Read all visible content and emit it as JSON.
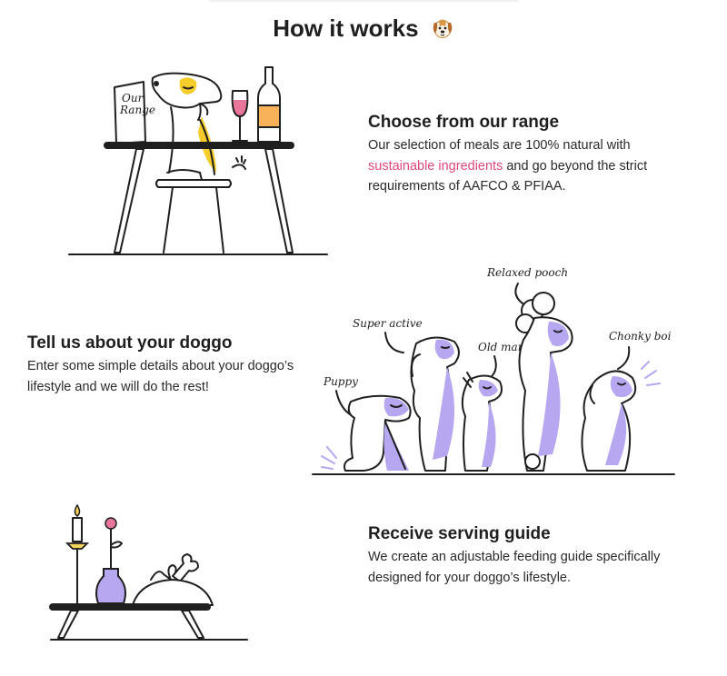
{
  "page": {
    "title": "How it works"
  },
  "steps": [
    {
      "title": "Choose from our range",
      "text_before": "Our selection of meals are 100% natural with ",
      "link": "sustainable ingredients",
      "text_after": " and go beyond the strict requirements of AAFCO & PFIAA."
    },
    {
      "title": "Tell us about your doggo",
      "text": "Enter some simple details about your doggo’s lifestyle and we will do the rest!"
    },
    {
      "title": "Receive serving guide",
      "text": "We create an adjustable feeding guide specifically designed for your doggo’s lifestyle."
    }
  ],
  "illustration_labels": {
    "menu": [
      "Our",
      "Range"
    ],
    "puppy": "Puppy",
    "super_active": "Super active",
    "old_man": "Old man",
    "relaxed_pooch": "Relaxed pooch",
    "chonky_boi": "Chonky boi"
  },
  "colors": {
    "ink": "#1f1f1f",
    "lavender": "#b7a6f0",
    "yellow": "#f5cc2a",
    "orange": "#f8b25a",
    "wine": "#e8769a",
    "pink_link": "#e0487a",
    "candle": "#f3d35a"
  },
  "icons": [
    "dog-face-icon"
  ]
}
